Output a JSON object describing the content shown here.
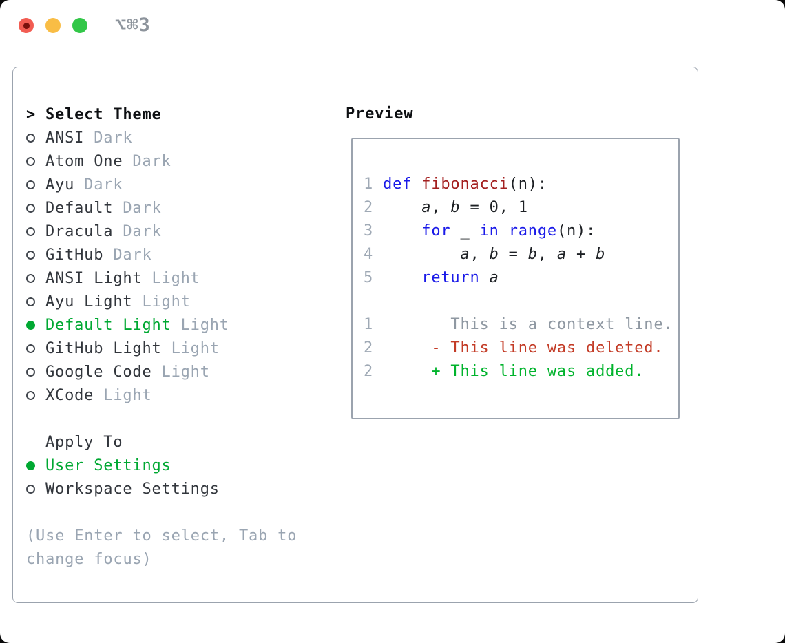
{
  "titlebar": {
    "shortcut": "⌥⌘3"
  },
  "sidebar": {
    "header": {
      "prompt": ">",
      "label": "Select Theme"
    },
    "themes": [
      {
        "name": "ANSI",
        "variant": "Dark",
        "selected": false
      },
      {
        "name": "Atom One",
        "variant": "Dark",
        "selected": false
      },
      {
        "name": "Ayu",
        "variant": "Dark",
        "selected": false
      },
      {
        "name": "Default",
        "variant": "Dark",
        "selected": false
      },
      {
        "name": "Dracula",
        "variant": "Dark",
        "selected": false
      },
      {
        "name": "GitHub",
        "variant": "Dark",
        "selected": false
      },
      {
        "name": "ANSI Light",
        "variant": "Light",
        "selected": false
      },
      {
        "name": "Ayu Light",
        "variant": "Light",
        "selected": false
      },
      {
        "name": "Default Light",
        "variant": "Light",
        "selected": true
      },
      {
        "name": "GitHub Light",
        "variant": "Light",
        "selected": false
      },
      {
        "name": "Google Code",
        "variant": "Light",
        "selected": false
      },
      {
        "name": "XCode",
        "variant": "Light",
        "selected": false
      }
    ],
    "apply_to": {
      "label": "Apply To",
      "options": [
        {
          "label": "User Settings",
          "selected": true
        },
        {
          "label": "Workspace Settings",
          "selected": false
        }
      ]
    },
    "hint_lines": [
      "(Use Enter to select, Tab to",
      "change focus)"
    ]
  },
  "preview": {
    "label": "Preview",
    "code_lines": [
      {
        "n": "",
        "tokens": []
      },
      {
        "n": "1",
        "tokens": [
          {
            "t": " "
          },
          {
            "t": "def",
            "c": "kw"
          },
          {
            "t": " "
          },
          {
            "t": "fibonacci",
            "c": "fn"
          },
          {
            "t": "(n):"
          }
        ]
      },
      {
        "n": "2",
        "tokens": [
          {
            "t": "     "
          },
          {
            "t": "a",
            "c": "var"
          },
          {
            "t": ", "
          },
          {
            "t": "b",
            "c": "var"
          },
          {
            "t": " = 0, 1"
          }
        ]
      },
      {
        "n": "3",
        "tokens": [
          {
            "t": "     "
          },
          {
            "t": "for",
            "c": "kw"
          },
          {
            "t": " _ "
          },
          {
            "t": "in",
            "c": "kw"
          },
          {
            "t": " "
          },
          {
            "t": "range",
            "c": "kw"
          },
          {
            "t": "(n):"
          }
        ]
      },
      {
        "n": "4",
        "tokens": [
          {
            "t": "         "
          },
          {
            "t": "a",
            "c": "var"
          },
          {
            "t": ", "
          },
          {
            "t": "b",
            "c": "var"
          },
          {
            "t": " = "
          },
          {
            "t": "b",
            "c": "var"
          },
          {
            "t": ", "
          },
          {
            "t": "a",
            "c": "var"
          },
          {
            "t": " + "
          },
          {
            "t": "b",
            "c": "var"
          }
        ]
      },
      {
        "n": "5",
        "tokens": [
          {
            "t": "     "
          },
          {
            "t": "return",
            "c": "kw"
          },
          {
            "t": " "
          },
          {
            "t": "a",
            "c": "var"
          }
        ]
      },
      {
        "n": "",
        "tokens": []
      },
      {
        "n": "1",
        "tokens": [
          {
            "t": "        This is a context line.",
            "c": "ctx"
          }
        ]
      },
      {
        "n": "2",
        "tokens": [
          {
            "t": "      - This line was deleted.",
            "c": "del"
          }
        ]
      },
      {
        "n": "2",
        "tokens": [
          {
            "t": "      + This line was added.",
            "c": "add"
          }
        ]
      }
    ]
  },
  "colors": {
    "selected_green": "#00a832",
    "diff_added_green": "#00b32c",
    "diff_deleted_red": "#c33b26",
    "keyword_blue": "#1a1ae8",
    "function_red": "#a32020",
    "muted_gray": "#9aa5b2",
    "border_gray": "#9ba3ae",
    "traffic_red": "#f25c52",
    "traffic_yellow": "#f9bd45",
    "traffic_green": "#32c748"
  }
}
